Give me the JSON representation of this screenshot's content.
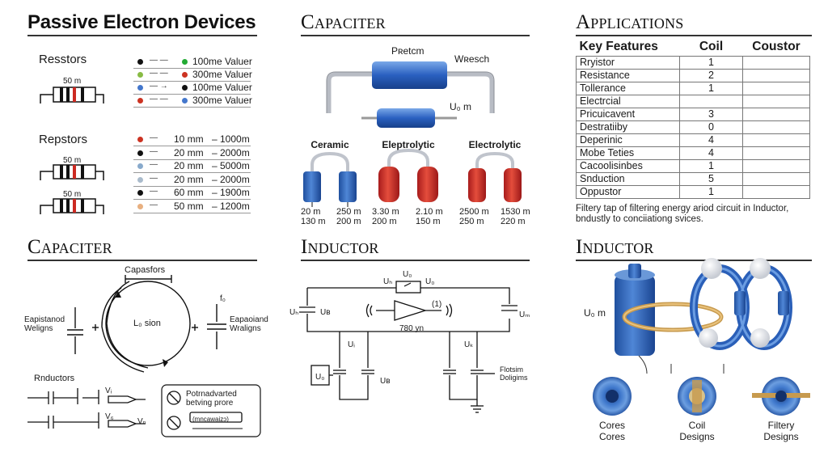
{
  "panels": {
    "passive": {
      "title": "Passive Electron Devices",
      "resistors_label": "Resstors",
      "repstors_label": "Repstors",
      "r1_value": "50 m",
      "r2_value": "50 m",
      "r3_value": "50 m",
      "legend": [
        {
          "colors": [
            "#111111",
            "#22aa33"
          ],
          "arrow": "—  —",
          "text": "100me Valuer"
        },
        {
          "colors": [
            "#88bb44",
            "#cc3322"
          ],
          "arrow": "—  —",
          "text": "300me Valuer"
        },
        {
          "colors": [
            "#4477cc",
            "#cc3322"
          ],
          "arrow": "—  →",
          "text": "100me Valuer",
          "end": "#111111"
        },
        {
          "colors": [
            "#cc3322",
            "#4477cc"
          ],
          "arrow": "—  —",
          "text": "300me Valuer",
          "end": "#4477cc"
        }
      ],
      "ranges": [
        {
          "color": "#cc3322",
          "a": "10 mm",
          "b": "– 1000m"
        },
        {
          "color": "#111111",
          "a": "20 mm",
          "b": "– 2000m"
        },
        {
          "color": "#88aacc",
          "a": "20 mm",
          "b": "– 5000m"
        },
        {
          "color": "#aabbcc",
          "a": "20 mm",
          "b": "– 2000m"
        },
        {
          "color": "#111111",
          "a": "60 mm",
          "b": "– 1900m"
        },
        {
          "color": "#e8b080",
          "a": "50 mm",
          "b": "– 1200m"
        }
      ]
    },
    "capacitor_top": {
      "title": "Capaciter",
      "label_top": "Pʀetcm",
      "label_right": "Wʀesch",
      "label_ud": "U₀ m",
      "types": [
        {
          "name": "Ceramic",
          "vals": [
            [
              "20 m",
              "130 m"
            ],
            [
              "250 m",
              "200 m"
            ]
          ]
        },
        {
          "name": "Eleptrolytic",
          "vals": [
            [
              "3.30 m",
              "200 m"
            ],
            [
              "2.10 m",
              "150 m"
            ]
          ]
        },
        {
          "name": "Electrolytic",
          "vals": [
            [
              "2500 m",
              "250 m"
            ],
            [
              "1530 m",
              "220 m"
            ]
          ]
        }
      ]
    },
    "applications": {
      "title": "Applications",
      "headers": [
        "Key Features",
        "Coil",
        "Coustor"
      ],
      "rows": [
        [
          "Rryistor",
          "1",
          ""
        ],
        [
          "Resistance",
          "2",
          ""
        ],
        [
          "Tollerance",
          "1",
          ""
        ],
        [
          "Electrcial",
          "",
          ""
        ],
        [
          "Pricuicavent",
          "3",
          ""
        ],
        [
          "Destratiiby",
          "0",
          ""
        ],
        [
          "Deperinic",
          "4",
          ""
        ],
        [
          "Mobe Teties",
          "4",
          ""
        ],
        [
          "Cacoolisinbes",
          "1",
          ""
        ],
        [
          "Snduction",
          "5",
          ""
        ],
        [
          "Oppustor",
          "1",
          ""
        ]
      ],
      "note": "Filtery tap of filtering energy ariod circuit in Inductor, bndustly to conciiationg svices."
    },
    "capacitor_bottom": {
      "title": "Capaciter",
      "capasfors": "Capasfors",
      "epistanced": "Eapistanod\nWeligns",
      "lesion": "L₀ sion",
      "epapaciand": "Eapaoiand\nWraligns",
      "fo": "f₀",
      "rnductors": "Rnductors",
      "vi": "Vᵢ",
      "vc": "V₆",
      "vn": "Vₙ",
      "callout1": "Potrnadvarted",
      "callout2": "betving prore",
      "callout3": "(mncawaizɔ)"
    },
    "inductor_mid": {
      "title": "Inductor",
      "uh": "Uₕ",
      "uo1": "U₀",
      "uo2": "U₀",
      "ub_left": "Uₕ",
      "ub_left2": "Uʙ",
      "coil_label": "(1)",
      "coil_value": "780 yn",
      "ui": "Uᵢ",
      "um": "Uₘ",
      "uk": "Uₖ",
      "ud_box": "U₀",
      "ub_right": "Uʙ",
      "flotsim": "Flotsim\nDoligims"
    },
    "inductor_right": {
      "title": "Inductor",
      "ud_label": "U₀ m",
      "captions": [
        [
          "Cores",
          "Cores"
        ],
        [
          "Coil",
          "Designs"
        ],
        [
          "Filtery",
          "Designs"
        ]
      ]
    }
  }
}
